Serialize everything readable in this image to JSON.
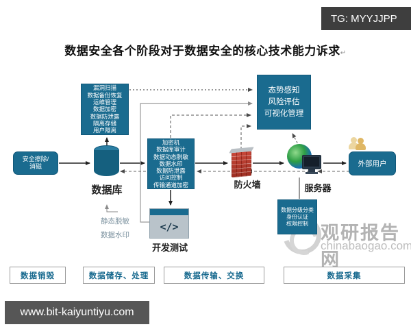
{
  "badge": {
    "text": "TG: MYYJJPP"
  },
  "title": {
    "text": "数据安全各个阶段对于数据安全的核心技术能力诉求",
    "mark": "↵"
  },
  "diagram": {
    "secure_erase": {
      "line1": "安全擦除/",
      "line2": "消磁"
    },
    "storage_capabilities": {
      "lines": [
        "漏洞扫描",
        "数据备份恢复",
        "运维管理",
        "数据加密",
        "数据防泄露",
        "隔离存储",
        "用户隔离"
      ]
    },
    "database": {
      "label": "数据库"
    },
    "transfer_capabilities": {
      "lines": [
        "加密机",
        "数据库审计",
        "数据动态脱敏",
        "数据水印",
        "数据防泄露",
        "访问控制",
        "传输通道加密"
      ]
    },
    "monitoring": {
      "lines": [
        "态势感知",
        "风险评估",
        "可视化管理"
      ]
    },
    "collection_capabilities": {
      "lines": [
        "数据分级分类",
        "身份认证",
        "权限控制"
      ]
    },
    "firewall": {
      "label": "防火墙"
    },
    "server": {
      "label": "服务器"
    },
    "external_users": {
      "label": "外部用户"
    },
    "dev_test": {
      "glyph": "</>",
      "label": "开发测试"
    },
    "side_labels": {
      "static_masking": "静态脱敏",
      "data_watermark": "数据水印"
    }
  },
  "stages": {
    "destroy": "数据销毁",
    "storage": "数据储存、处理",
    "transfer": "数据传输、交换",
    "collect": "数据采集"
  },
  "watermark": {
    "site": "观研报告网",
    "domain": "chinabaogao.com"
  },
  "footer": {
    "url": "www.bit-kaiyuntiyu.com"
  },
  "colors": {
    "teal": "#1a6b8f",
    "teal_dark": "#11587a",
    "brick_red": "#b03a2e",
    "stage_text": "#17698e"
  }
}
